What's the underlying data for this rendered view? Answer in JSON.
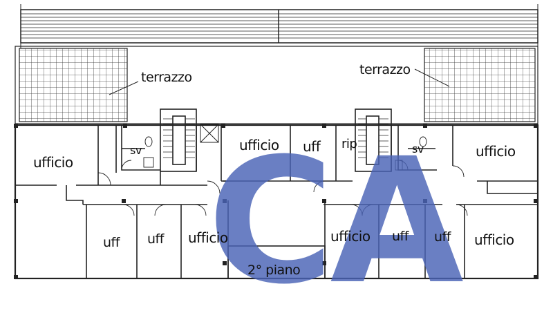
{
  "floor_plan": {
    "floor_label": "2° piano",
    "terraces": [
      "terrazzo",
      "terrazzo"
    ],
    "rooms": [
      "ufficio",
      "sv",
      "ufficio",
      "uff",
      "rip",
      "sv",
      "ufficio",
      "uff",
      "uff",
      "ufficio",
      "ufficio",
      "uff",
      "uff",
      "ufficio"
    ]
  },
  "watermark": {
    "text": "CA",
    "color": "#4a63b6"
  }
}
